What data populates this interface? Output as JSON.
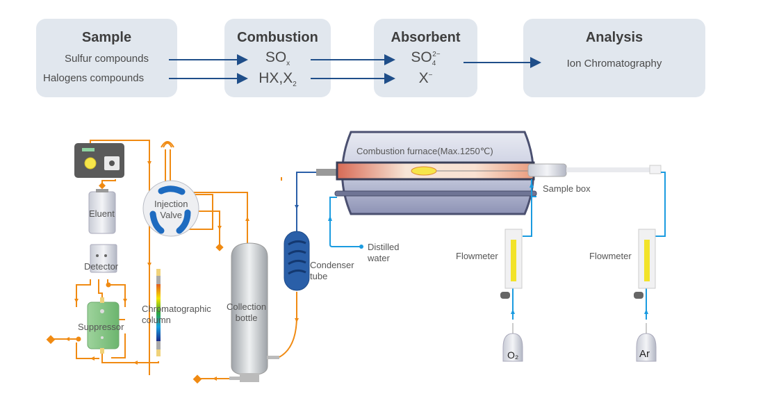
{
  "flow": {
    "sample": {
      "title": "Sample",
      "lines": [
        "Sulfur compounds",
        "Halogens compounds"
      ]
    },
    "combustion": {
      "title": "Combustion",
      "sox_base": "SO",
      "sox_sub": "x",
      "hx_base": "HX,X",
      "hx_sub": "2"
    },
    "absorbent": {
      "title": "Absorbent",
      "so4_base": "SO",
      "so4_sub": "4",
      "so4_sup": "2−",
      "x_base": "X",
      "x_sup": "−"
    },
    "analysis": {
      "title": "Analysis",
      "line": "Ion Chromatography"
    },
    "arrow_color": "#1f4e89",
    "box_color": "#e1e7ee"
  },
  "apparatus": {
    "eluent": "Eluent",
    "detector": "Detector",
    "suppressor": "Suppressor",
    "injection_valve": [
      "Injection",
      "Valve"
    ],
    "column": [
      "Chromatographic",
      "column"
    ],
    "collection_bottle": [
      "Collection",
      "bottle"
    ],
    "condenser": [
      "Condenser",
      "tube"
    ],
    "furnace": "Combustion furnace(Max.1250℃)",
    "distilled_water": [
      "Distilled",
      "water"
    ],
    "sample_box": "Sample box",
    "flowmeter_1": "Flowmeter",
    "flowmeter_2": "Flowmeter",
    "gas_1": "O₂",
    "gas_2": "Ar",
    "ic_line_color": "#f08a12",
    "gas_line_color": "#1a9be0",
    "water_line_color": "#2a5fa8"
  }
}
